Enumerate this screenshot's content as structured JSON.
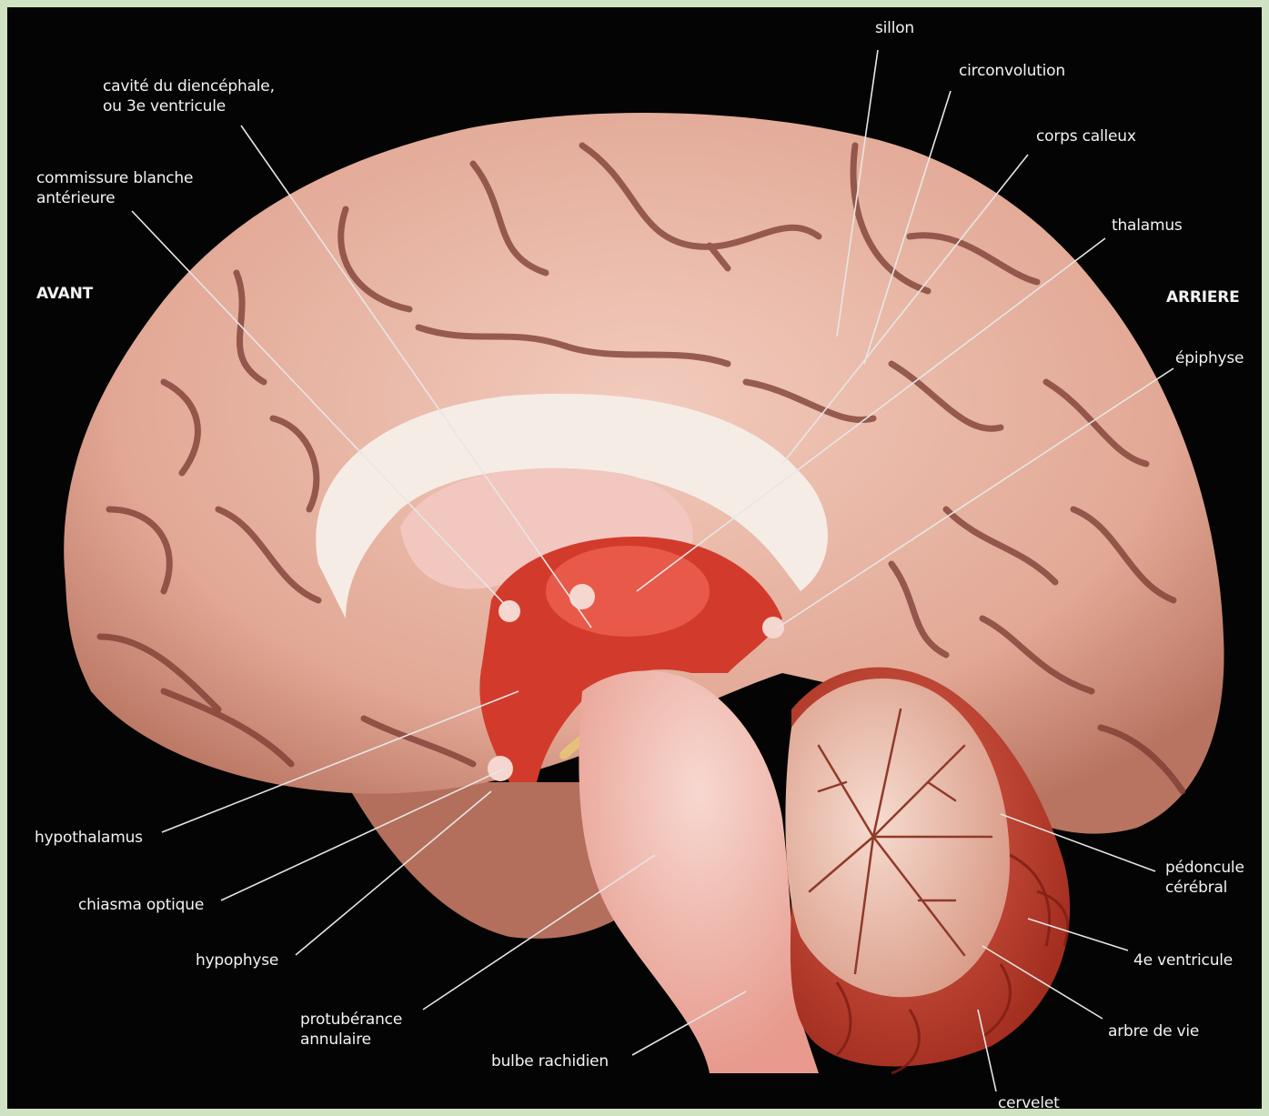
{
  "labels": {
    "avant": "AVANT",
    "arriere": "ARRIERE",
    "sillon": "sillon",
    "circonvolution": "circonvolution",
    "corps_calleux": "corps calleux",
    "thalamus": "thalamus",
    "epiphyse": "épiphyse",
    "cavite_line1": "cavité du diencéphale,",
    "cavite_line2": "ou 3e ventricule",
    "commissure_line1": "commissure blanche",
    "commissure_line2": "antérieure",
    "hypothalamus": "hypothalamus",
    "chiasma": "chiasma optique",
    "hypophyse": "hypophyse",
    "protuberance_line1": "protubérance",
    "protuberance_line2": "annulaire",
    "bulbe": "bulbe rachidien",
    "pedoncule_line1": "pédoncule",
    "pedoncule_line2": "cérébral",
    "quatrieme": "4e ventricule",
    "arbre": "arbre de vie",
    "cervelet": "cervelet"
  },
  "colors": {
    "background": "#040404",
    "border": "#cfe3c4",
    "cortex": "#e8b3a2",
    "cortex_shadow": "#8a4a3e",
    "corpus_callosum": "#f6ece6",
    "brainstem": "#d9473a",
    "cerebellum": "#c8412f",
    "leader_line": "#e6e6e6"
  }
}
